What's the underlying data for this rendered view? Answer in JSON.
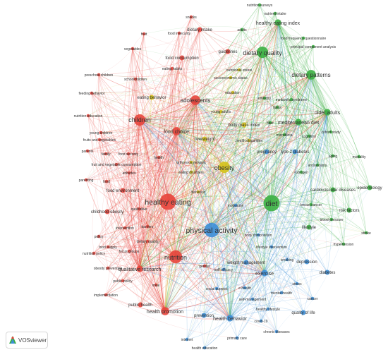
{
  "colors": {
    "red": "#e8453c",
    "green": "#3cb043",
    "blue": "#3d8fd8",
    "yellow": "#d4c21a"
  },
  "app": {
    "brand": "VOSviewer",
    "logo_icon": "vosviewer-logo-icon"
  },
  "nodes": [
    {
      "id": "healthy eating",
      "label": "healthy eating",
      "c": "red",
      "w": 10
    },
    {
      "id": "nutrition",
      "label": "nutrition",
      "c": "red",
      "w": 8
    },
    {
      "id": "children",
      "label": "children",
      "c": "red",
      "w": 7
    },
    {
      "id": "adolescents",
      "label": "adolescents",
      "c": "red",
      "w": 6
    },
    {
      "id": "food choice",
      "label": "food choice",
      "c": "red",
      "w": 5
    },
    {
      "id": "health promotion",
      "label": "health promotion",
      "c": "red",
      "w": 5
    },
    {
      "id": "qualitative research",
      "label": "qualitative research",
      "c": "red",
      "w": 4
    },
    {
      "id": "childhood obesity",
      "label": "childhood obesity",
      "c": "red",
      "w": 3
    },
    {
      "id": "food consumption",
      "label": "food consumption",
      "c": "red",
      "w": 3
    },
    {
      "id": "guidelines",
      "label": "guidelines",
      "c": "red",
      "w": 3
    },
    {
      "id": "dietary intake",
      "label": "dietary intake",
      "c": "red",
      "w": 3
    },
    {
      "id": "food environment",
      "label": "food environment",
      "c": "red",
      "w": 3
    },
    {
      "id": "public health",
      "label": "public health",
      "c": "red",
      "w": 3
    },
    {
      "id": "snacks",
      "label": "snacks",
      "c": "red",
      "w": 2
    },
    {
      "id": "fruit",
      "label": "fruit",
      "c": "red",
      "w": 2
    },
    {
      "id": "food insecurity",
      "label": "food insecurity",
      "c": "red",
      "w": 2
    },
    {
      "id": "vegetables",
      "label": "vegetables",
      "c": "red",
      "w": 2
    },
    {
      "id": "eating habits",
      "label": "eating habits",
      "c": "red",
      "w": 2
    },
    {
      "id": "preschool children",
      "label": "preschool children",
      "c": "red",
      "w": 2
    },
    {
      "id": "schoolchildren",
      "label": "schoolchildren",
      "c": "red",
      "w": 2
    },
    {
      "id": "feeding behavior",
      "label": "feeding behavior",
      "c": "red",
      "w": 2
    },
    {
      "id": "nutrition education",
      "label": "nutrition education",
      "c": "red",
      "w": 2
    },
    {
      "id": "young children",
      "label": "young children",
      "c": "red",
      "w": 2
    },
    {
      "id": "fruits and vegetables",
      "label": "fruits and vegetables",
      "c": "red",
      "w": 2
    },
    {
      "id": "parents",
      "label": "parents",
      "c": "red",
      "w": 2
    },
    {
      "id": "family",
      "label": "family",
      "c": "red",
      "w": 2
    },
    {
      "id": "food security",
      "label": "food security",
      "c": "red",
      "w": 2
    },
    {
      "id": "health",
      "label": "health",
      "c": "red",
      "w": 2
    },
    {
      "id": "fruit and vegetable consumption",
      "label": "fruit and vegetable consumption",
      "c": "red",
      "w": 2
    },
    {
      "id": "attitudes",
      "label": "attitudes",
      "c": "red",
      "w": 2
    },
    {
      "id": "parenting",
      "label": "parenting",
      "c": "red",
      "w": 2
    },
    {
      "id": "food",
      "label": "food",
      "c": "red",
      "w": 2
    },
    {
      "id": "qualitative",
      "label": "qualitative",
      "c": "red",
      "w": 2
    },
    {
      "id": "intervention",
      "label": "intervention",
      "c": "red",
      "w": 2
    },
    {
      "id": "barriers",
      "label": "barriers",
      "c": "red",
      "w": 2
    },
    {
      "id": "policy",
      "label": "policy",
      "c": "red",
      "w": 2
    },
    {
      "id": "dietary quality red",
      "label": "dietary quality",
      "c": "red",
      "w": 2
    },
    {
      "id": "food supply",
      "label": "food supply",
      "c": "red",
      "w": 2
    },
    {
      "id": "focus groups",
      "label": "focus groups",
      "c": "red",
      "w": 2
    },
    {
      "id": "nutrition policy",
      "label": "nutrition policy",
      "c": "red",
      "w": 2
    },
    {
      "id": "obesity prevention",
      "label": "obesity prevention",
      "c": "red",
      "w": 2
    },
    {
      "id": "public policy",
      "label": "public policy",
      "c": "red",
      "w": 2
    },
    {
      "id": "implementation",
      "label": "implementation",
      "c": "red",
      "w": 2
    },
    {
      "id": "meal",
      "label": "meal",
      "c": "red",
      "w": 2
    },
    {
      "id": "gender",
      "label": "gender",
      "c": "red",
      "w": 2
    },
    {
      "id": "obesity",
      "label": "obesity",
      "c": "yellow",
      "w": 7
    },
    {
      "id": "eating behavior",
      "label": "eating behavior",
      "c": "yellow",
      "w": 3
    },
    {
      "id": "overweight",
      "label": "overweight",
      "c": "yellow",
      "w": 3
    },
    {
      "id": "body mass index",
      "label": "body mass index",
      "c": "yellow",
      "w": 3
    },
    {
      "id": "young adults",
      "label": "young adults",
      "c": "yellow",
      "w": 2
    },
    {
      "id": "socioeconomic status",
      "label": "socioeconomic status",
      "c": "yellow",
      "w": 2
    },
    {
      "id": "nutritional status",
      "label": "nutritional status",
      "c": "yellow",
      "w": 2
    },
    {
      "id": "education",
      "label": "education",
      "c": "yellow",
      "w": 2
    },
    {
      "id": "orthorexia nervosa",
      "label": "orthorexia nervosa",
      "c": "yellow",
      "w": 2
    },
    {
      "id": "eating disorders",
      "label": "eating disorders",
      "c": "yellow",
      "w": 2
    },
    {
      "id": "behavior",
      "label": "behavior",
      "c": "yellow",
      "w": 2
    },
    {
      "id": "health disparities",
      "label": "health disparities",
      "c": "yellow",
      "w": 2
    },
    {
      "id": "diet",
      "label": "diet",
      "c": "green",
      "w": 10
    },
    {
      "id": "dietary quality",
      "label": "dietary quality",
      "c": "green",
      "w": 7
    },
    {
      "id": "dietary patterns",
      "label": "dietary patterns",
      "c": "green",
      "w": 6
    },
    {
      "id": "healthy eating index",
      "label": "healthy eating index",
      "c": "green",
      "w": 4
    },
    {
      "id": "mediterranean diet",
      "label": "mediterranean diet",
      "c": "green",
      "w": 4
    },
    {
      "id": "older adults",
      "label": "older adults",
      "c": "green",
      "w": 4
    },
    {
      "id": "nutrition surveys",
      "label": "nutrition surveys",
      "c": "green",
      "w": 2
    },
    {
      "id": "nutrient intake",
      "label": "nutrient intake",
      "c": "green",
      "w": 2
    },
    {
      "id": "adults",
      "label": "adults",
      "c": "green",
      "w": 2
    },
    {
      "id": "food frequency questionnaire",
      "label": "food frequency questionnaire",
      "c": "green",
      "w": 2
    },
    {
      "id": "principal component analysis",
      "label": "principal component analysis",
      "c": "green",
      "w": 2
    },
    {
      "id": "ethnicity",
      "label": "ethnicity",
      "c": "green",
      "w": 2
    },
    {
      "id": "metabolic syndrome",
      "label": "metabolic syndrome",
      "c": "green",
      "w": 2
    },
    {
      "id": "lipids",
      "label": "lipids",
      "c": "green",
      "w": 2
    },
    {
      "id": "fiber",
      "label": "fiber",
      "c": "green",
      "w": 2
    },
    {
      "id": "microbiota",
      "label": "microbiota",
      "c": "green",
      "w": 2
    },
    {
      "id": "cohort study",
      "label": "cohort study",
      "c": "green",
      "w": 2
    },
    {
      "id": "cognition",
      "label": "cognition",
      "c": "green",
      "w": 2
    },
    {
      "id": "aging",
      "label": "aging",
      "c": "green",
      "w": 2
    },
    {
      "id": "mortality",
      "label": "mortality",
      "c": "green",
      "w": 2
    },
    {
      "id": "antioxidants",
      "label": "antioxidants",
      "c": "green",
      "w": 2
    },
    {
      "id": "estrogen",
      "label": "estrogen",
      "c": "green",
      "w": 2
    },
    {
      "id": "epidemiology",
      "label": "epidemiology",
      "c": "green",
      "w": 3
    },
    {
      "id": "cardiovascular diseases",
      "label": "cardiovascular diseases",
      "c": "green",
      "w": 3
    },
    {
      "id": "breast cancer",
      "label": "breast cancer",
      "c": "green",
      "w": 2
    },
    {
      "id": "risk factors",
      "label": "risk factors",
      "c": "green",
      "w": 3
    },
    {
      "id": "lifestyle",
      "label": "lifestyle",
      "c": "green",
      "w": 3
    },
    {
      "id": "blood pressure",
      "label": "blood pressure",
      "c": "green",
      "w": 2
    },
    {
      "id": "stroke",
      "label": "stroke",
      "c": "green",
      "w": 2
    },
    {
      "id": "hypertension",
      "label": "hypertension",
      "c": "green",
      "w": 2
    },
    {
      "id": "physical activity",
      "label": "physical activity",
      "c": "blue",
      "w": 9
    },
    {
      "id": "pregnancy",
      "label": "pregnancy",
      "c": "blue",
      "w": 3
    },
    {
      "id": "type 2 diabetes",
      "label": "type 2 diabetes",
      "c": "blue",
      "w": 3
    },
    {
      "id": "motivation",
      "label": "motivation",
      "c": "blue",
      "w": 2
    },
    {
      "id": "body composition",
      "label": "body composition",
      "c": "blue",
      "w": 2
    },
    {
      "id": "lifestyle intervention",
      "label": "lifestyle intervention",
      "c": "blue",
      "w": 2
    },
    {
      "id": "exercise",
      "label": "exercise",
      "c": "blue",
      "w": 4
    },
    {
      "id": "weight management",
      "label": "weight management",
      "c": "blue",
      "w": 3
    },
    {
      "id": "smoking",
      "label": "smoking",
      "c": "blue",
      "w": 2
    },
    {
      "id": "depression",
      "label": "depression",
      "c": "blue",
      "w": 3
    },
    {
      "id": "diabetes",
      "label": "diabetes",
      "c": "blue",
      "w": 3
    },
    {
      "id": "self-efficacy",
      "label": "self-efficacy",
      "c": "blue",
      "w": 2
    },
    {
      "id": "social support",
      "label": "social support",
      "c": "blue",
      "w": 2
    },
    {
      "id": "e-health",
      "label": "e-health",
      "c": "blue",
      "w": 2
    },
    {
      "id": "stress",
      "label": "stress",
      "c": "blue",
      "w": 2
    },
    {
      "id": "mental health",
      "label": "mental health",
      "c": "blue",
      "w": 2
    },
    {
      "id": "self-management",
      "label": "self-management",
      "c": "blue",
      "w": 2
    },
    {
      "id": "cancer",
      "label": "cancer",
      "c": "blue",
      "w": 2
    },
    {
      "id": "prevention",
      "label": "prevention",
      "c": "blue",
      "w": 3
    },
    {
      "id": "healthy lifestyle",
      "label": "healthy lifestyle",
      "c": "blue",
      "w": 2
    },
    {
      "id": "quality of life",
      "label": "quality of life",
      "c": "blue",
      "w": 3
    },
    {
      "id": "health behavior",
      "label": "health behavior",
      "c": "blue",
      "w": 4
    },
    {
      "id": "covid-19",
      "label": "covid-19",
      "c": "blue",
      "w": 2
    },
    {
      "id": "chronic diseases",
      "label": "chronic diseases",
      "c": "blue",
      "w": 2
    },
    {
      "id": "primary care",
      "label": "primary care",
      "c": "blue",
      "w": 2
    },
    {
      "id": "internet",
      "label": "internet",
      "c": "blue",
      "w": 2
    },
    {
      "id": "health education",
      "label": "health education",
      "c": "blue",
      "w": 2
    }
  ]
}
